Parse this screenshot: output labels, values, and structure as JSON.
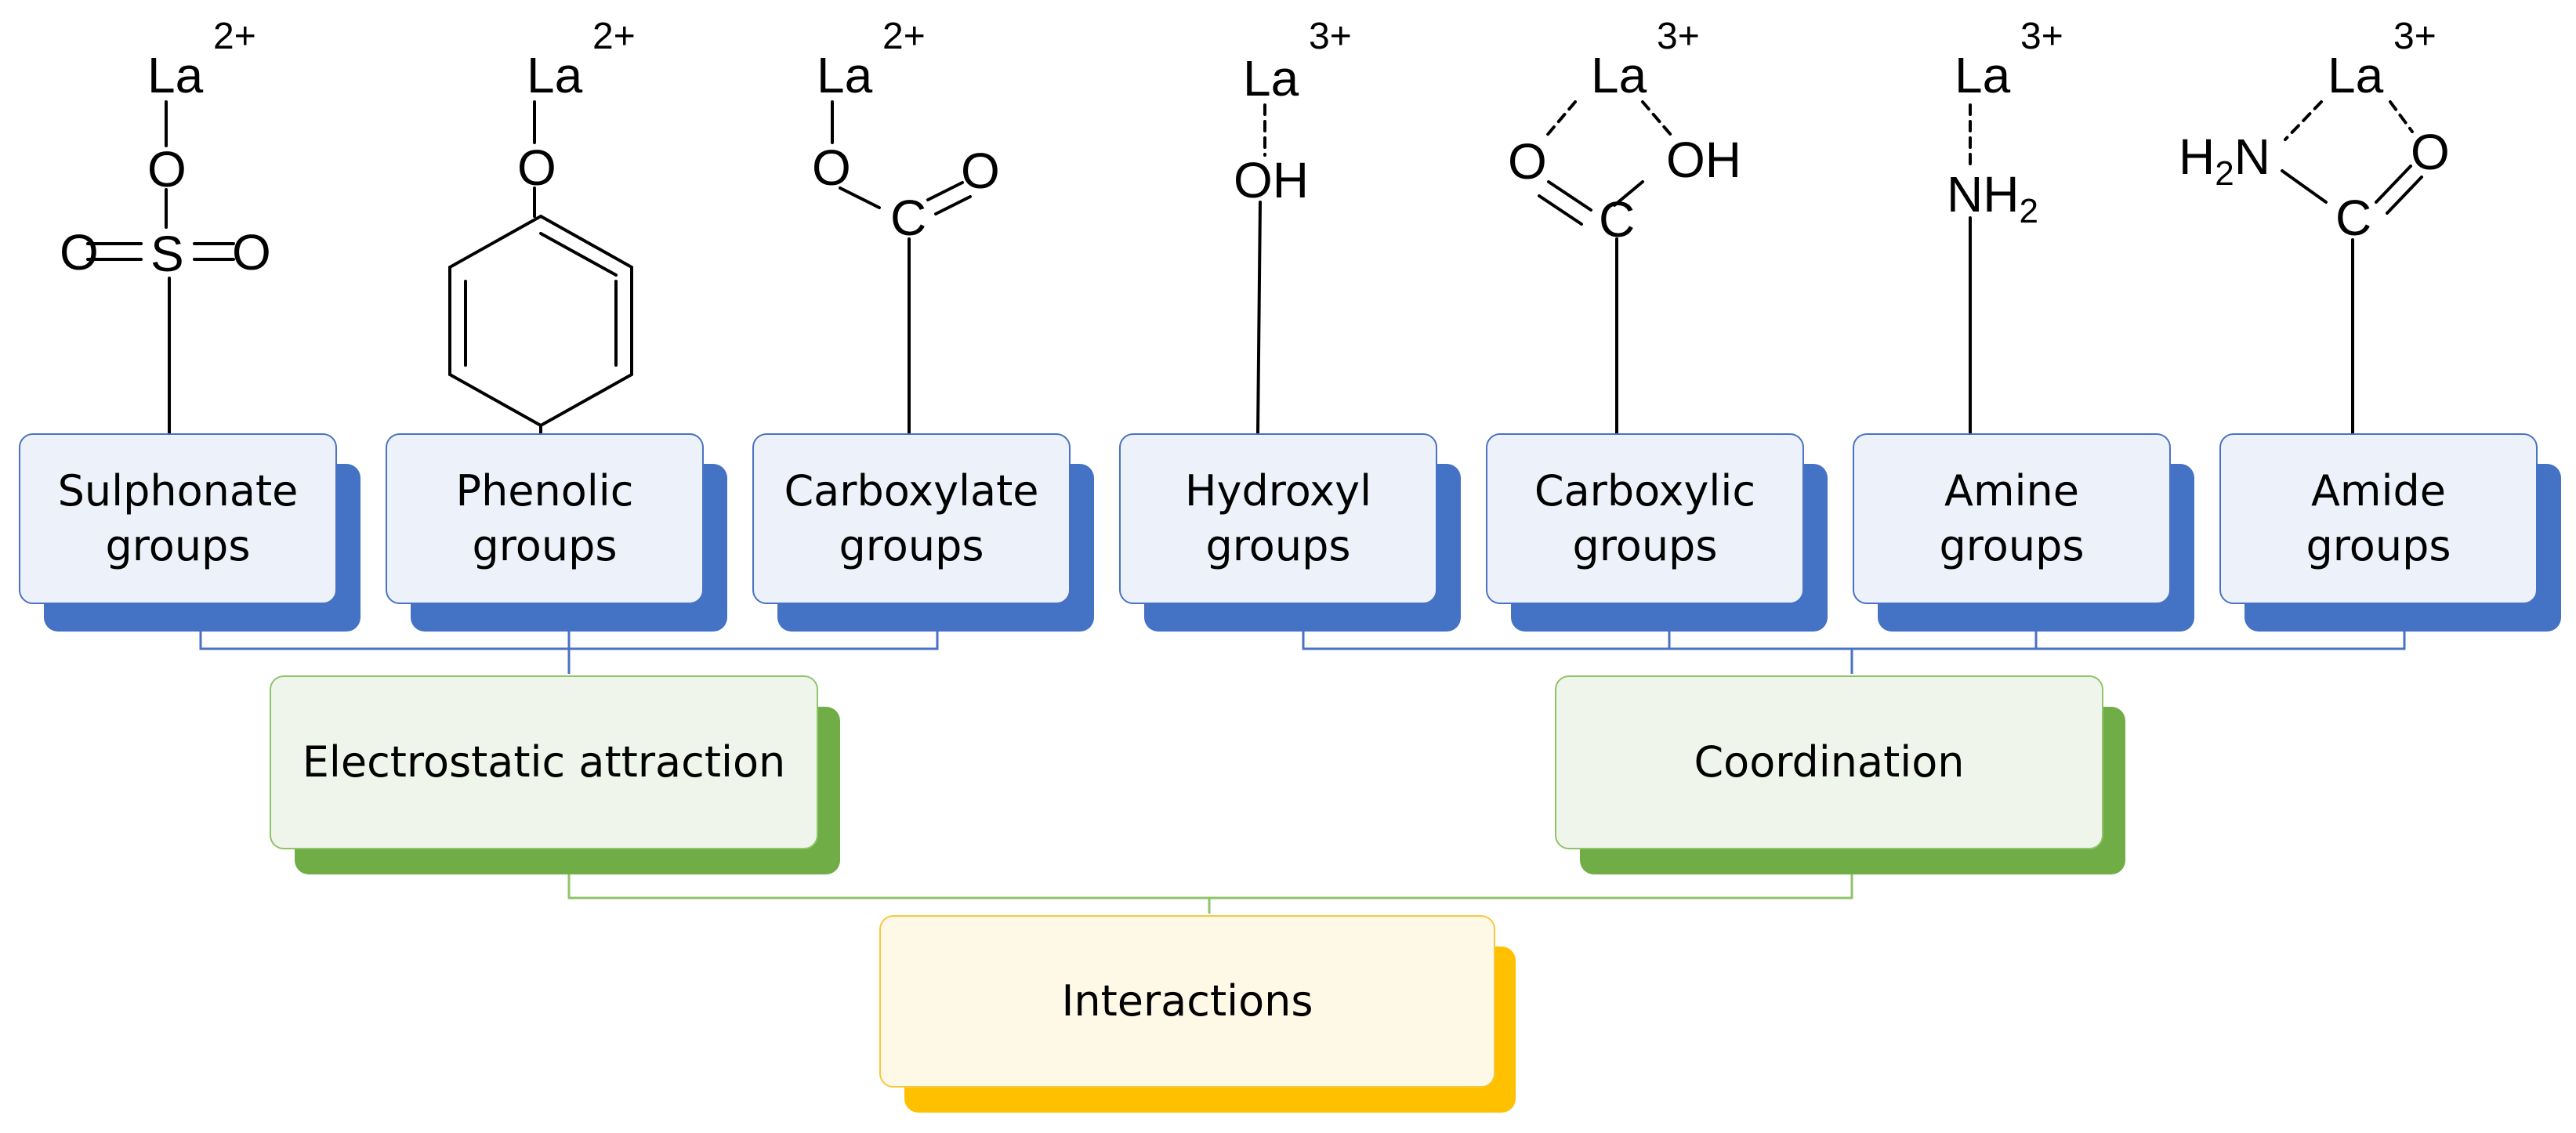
{
  "diagram": {
    "group_boxes": [
      {
        "label_line1": "Sulphonate",
        "label_line2": "groups",
        "ion": "La",
        "charge": "2+"
      },
      {
        "label_line1": "Phenolic",
        "label_line2": "groups",
        "ion": "La",
        "charge": "2+"
      },
      {
        "label_line1": "Carboxylate",
        "label_line2": "groups",
        "ion": "La",
        "charge": "2+"
      },
      {
        "label_line1": "Hydroxyl",
        "label_line2": "groups",
        "ion": "La",
        "charge": "3+"
      },
      {
        "label_line1": "Carboxylic",
        "label_line2": "groups",
        "ion": "La",
        "charge": "3+"
      },
      {
        "label_line1": "Amine",
        "label_line2": "groups",
        "ion": "La",
        "charge": "3+"
      },
      {
        "label_line1": "Amide",
        "label_line2": "groups",
        "ion": "La",
        "charge": "3+"
      }
    ],
    "mechanisms": [
      {
        "label": "Electrostatic attraction"
      },
      {
        "label": "Coordination"
      }
    ],
    "root": {
      "label": "Interactions"
    },
    "atom_labels": {
      "O": "O",
      "S": "S",
      "C": "C",
      "OH": "OH",
      "N": "N",
      "H": "H",
      "sub2": "2"
    },
    "colors": {
      "group_border": "#4a72c4",
      "group_fill": "#edf1f9",
      "group_shadow": "#4472c4",
      "mechanism_border": "#8fc46a",
      "mechanism_fill": "#eff5ea",
      "mechanism_shadow": "#70ad47",
      "root_border": "#f5c842",
      "root_fill": "#fef8e6",
      "root_shadow": "#ffc000"
    }
  }
}
